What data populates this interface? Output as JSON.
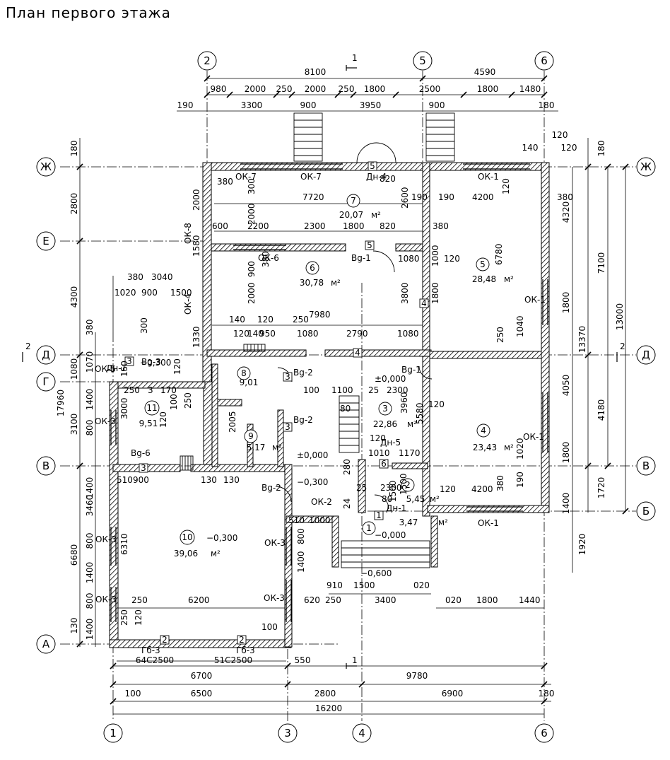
{
  "title": "План первого этажа",
  "axes_top": [
    "2",
    "5",
    "6"
  ],
  "axes_bottom": [
    "1",
    "3",
    "4",
    "6"
  ],
  "axes_left": [
    "Ж",
    "Е",
    "Д",
    "Г",
    "В",
    "А"
  ],
  "axes_right": [
    "Ж",
    "Д",
    "В",
    "Б"
  ],
  "section_marks": [
    "1",
    "1",
    "2",
    "2"
  ],
  "dims_top": [
    "8100",
    "4590",
    "980",
    "2000",
    "250",
    "2000",
    "250",
    "1800",
    "2500",
    "1800",
    "1480",
    "190",
    "3300",
    "900",
    "3950",
    "900",
    "180"
  ],
  "dims_bottom": [
    "6700",
    "9780",
    "100",
    "6500",
    "2800",
    "6900",
    "180",
    "16200",
    "64С2500",
    "51С2500",
    "550"
  ],
  "dims_left": [
    "180",
    "2800",
    "4300",
    "17960",
    "3100",
    "3460",
    "6680",
    "130",
    "380",
    "1080",
    "1070",
    "1400",
    "800",
    "1400",
    "800",
    "1400",
    "800",
    "1400"
  ],
  "dims_right": [
    "180",
    "7100",
    "13000",
    "13370",
    "4180",
    "1720",
    "1920",
    "4320",
    "1800",
    "4050",
    "1800",
    "1400",
    "120",
    "120",
    "140"
  ],
  "rooms": [
    {
      "num": "1",
      "area": "3,47",
      "unit": "м²"
    },
    {
      "num": "2",
      "area": "5,45",
      "unit": "м²"
    },
    {
      "num": "3",
      "area": "22,86",
      "unit": "м²"
    },
    {
      "num": "4",
      "area": "23,43",
      "unit": "м²"
    },
    {
      "num": "5",
      "area": "28,48",
      "unit": "м²"
    },
    {
      "num": "6",
      "area": "30,78",
      "unit": "м²"
    },
    {
      "num": "7",
      "area": "20,07",
      "unit": "м²"
    },
    {
      "num": "8",
      "area": "9,01",
      "unit": ""
    },
    {
      "num": "9",
      "area": "5,17",
      "unit": "м²"
    },
    {
      "num": "10",
      "area": "39,06",
      "unit": "м²"
    },
    {
      "num": "11",
      "area": "9,51",
      "unit": ""
    }
  ],
  "levels": [
    "±0,000",
    "±0,000",
    "−0,300",
    "−0,300",
    "−0,300",
    "−0,000",
    "−0,600"
  ],
  "openings": [
    "ОК-7",
    "ОК-7",
    "ОК-1",
    "ОК-6",
    "ОК-1",
    "ОК-1",
    "ОК-1",
    "ОК-2",
    "ОК-3",
    "ОК-3",
    "ОК-3",
    "ОК-3",
    "ОК-3",
    "ОК-8",
    "ОК-4",
    "ОК-5",
    "Дн-4",
    "Дн-5",
    "Дн-1",
    "Дн-1",
    "Вg-1",
    "Вg-2",
    "Вg-2",
    "Вg-1",
    "Вg-2",
    "Вg-6",
    "Вg-3",
    "Гб-3",
    "Гб-3"
  ],
  "markers": [
    "5",
    "5",
    "4",
    "4",
    "3",
    "3",
    "3",
    "3",
    "6",
    "1",
    "2",
    "2"
  ],
  "dims_inner": [
    "7720",
    "380",
    "300",
    "2000",
    "600",
    "2200",
    "2300",
    "1800",
    "820",
    "820",
    "190",
    "4200",
    "190",
    "380",
    "380",
    "2600",
    "7980",
    "140",
    "120",
    "250",
    "120",
    "140",
    "950",
    "1080",
    "2790",
    "1080",
    "2000",
    "3800",
    "1800",
    "1000",
    "1080",
    "120",
    "120",
    "6780",
    "1040",
    "250",
    "900",
    "380",
    "1580",
    "2000",
    "1330",
    "380",
    "3040",
    "1020",
    "900",
    "1500",
    "300",
    "150",
    "120",
    "250",
    "3",
    "170",
    "250",
    "100",
    "100",
    "1100",
    "25",
    "2300",
    "3960",
    "80",
    "5580",
    "120",
    "1010",
    "1170",
    "1020",
    "120",
    "4200",
    "380",
    "190",
    "120",
    "3000",
    "120",
    "2005",
    "250",
    "6200",
    "6310",
    "1500",
    "910",
    "1500",
    "020",
    "620",
    "250",
    "3400",
    "020",
    "1800",
    "1440",
    "510",
    "900",
    "130",
    "130",
    "120",
    "250",
    "1000",
    "510",
    "1400",
    "800",
    "100",
    "2300",
    "25",
    "24",
    "280",
    "80",
    "1500"
  ]
}
